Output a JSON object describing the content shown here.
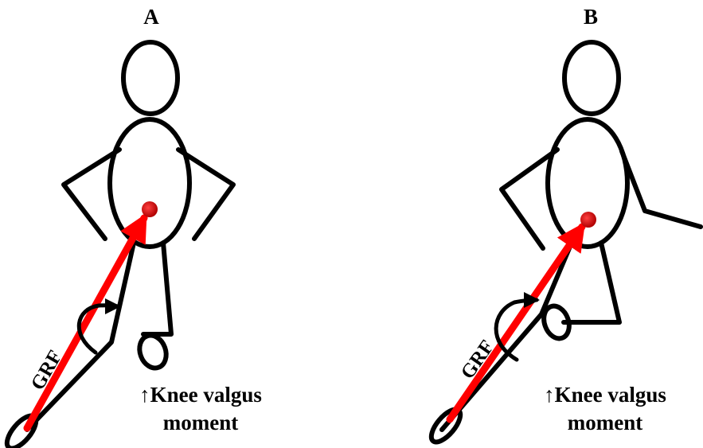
{
  "panels": [
    {
      "label": "A",
      "caption_line1": "↑Knee valgus",
      "caption_line2": "moment",
      "force_label": "GRF"
    },
    {
      "label": "B",
      "caption_line1": "↑Knee valgus",
      "caption_line2": "moment",
      "force_label": "GRF"
    }
  ],
  "colors": {
    "stroke": "#000000",
    "force_vector": "#ff0000",
    "center_of_mass": "#cc0000"
  },
  "icons": {
    "moment_arrow": "curved-arrow-icon",
    "center_of_mass": "center-of-mass-dot-icon"
  }
}
